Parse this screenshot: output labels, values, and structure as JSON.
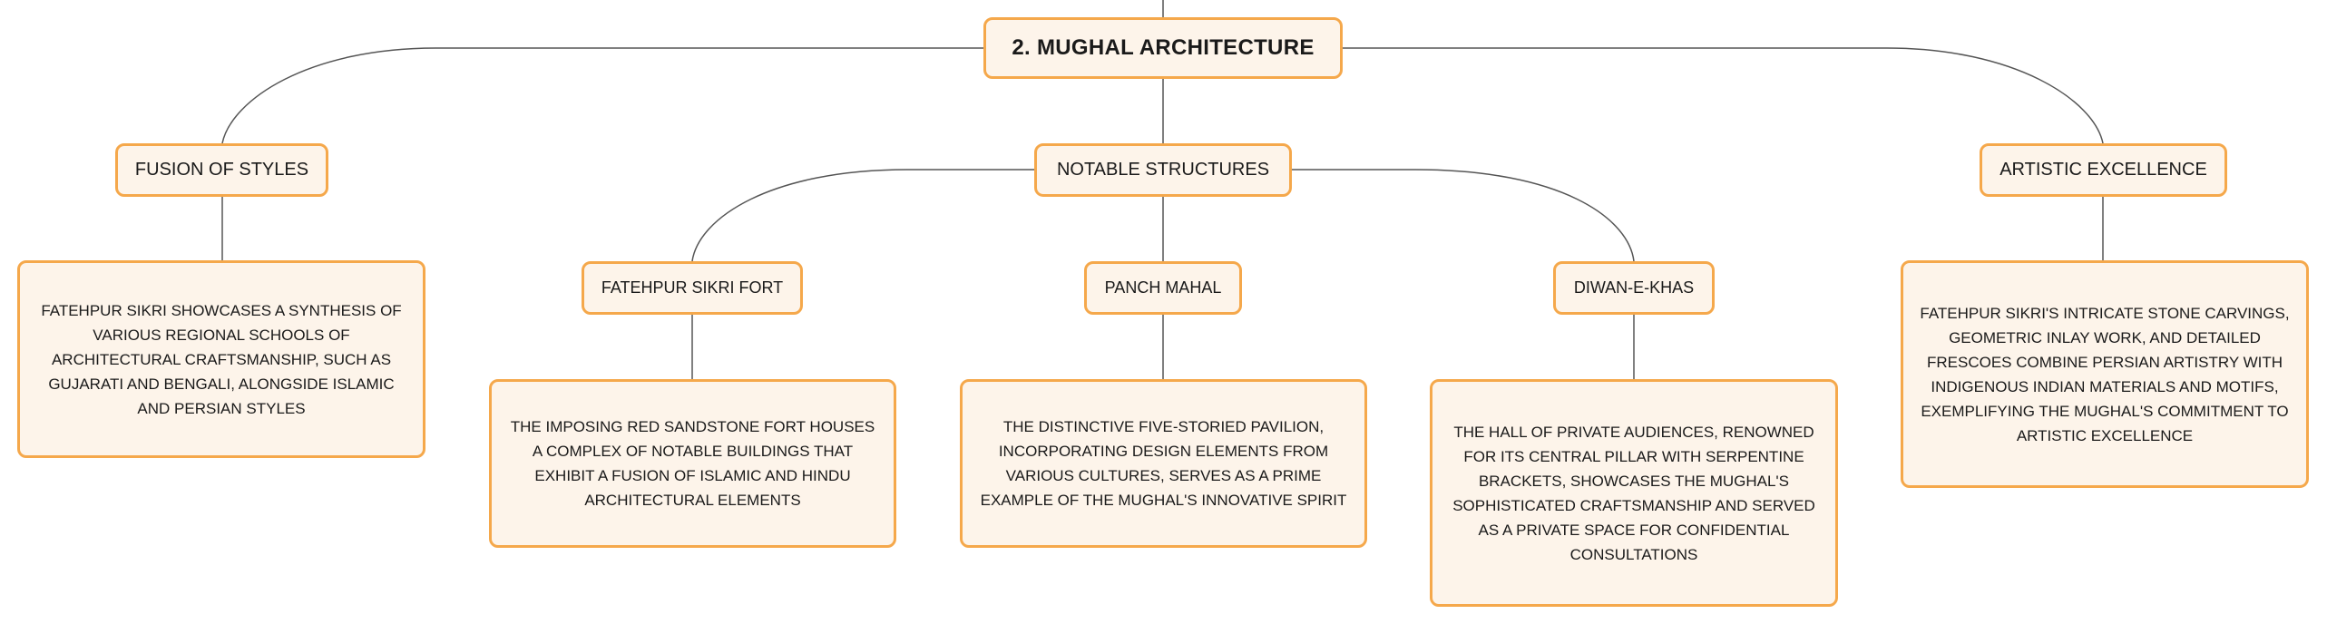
{
  "root": {
    "label": "2. MUGHAL ARCHITECTURE"
  },
  "branches": {
    "fusion": {
      "label": "FUSION OF STYLES",
      "detail": "FATEHPUR SIKRI SHOWCASES A SYNTHESIS OF VARIOUS REGIONAL SCHOOLS OF ARCHITECTURAL CRAFTSMANSHIP, SUCH AS GUJARATI AND BENGALI, ALONGSIDE ISLAMIC AND PERSIAN STYLES"
    },
    "notable": {
      "label": "NOTABLE STRUCTURES",
      "children": [
        {
          "label": "FATEHPUR SIKRI FORT",
          "detail": "THE IMPOSING RED SANDSTONE FORT HOUSES A COMPLEX OF NOTABLE BUILDINGS THAT EXHIBIT A FUSION OF ISLAMIC AND HINDU ARCHITECTURAL ELEMENTS"
        },
        {
          "label": "PANCH MAHAL",
          "detail": "THE DISTINCTIVE FIVE-STORIED PAVILION, INCORPORATING DESIGN ELEMENTS FROM VARIOUS CULTURES, SERVES AS A PRIME EXAMPLE OF THE MUGHAL'S INNOVATIVE SPIRIT"
        },
        {
          "label": "DIWAN-E-KHAS",
          "detail": "THE HALL OF PRIVATE AUDIENCES, RENOWNED FOR ITS CENTRAL PILLAR WITH SERPENTINE BRACKETS, SHOWCASES THE MUGHAL'S SOPHISTICATED CRAFTSMANSHIP AND SERVED AS A PRIVATE SPACE FOR CONFIDENTIAL CONSULTATIONS"
        }
      ]
    },
    "artistic": {
      "label": "ARTISTIC EXCELLENCE",
      "detail": "FATEHPUR SIKRI'S INTRICATE STONE CARVINGS, GEOMETRIC INLAY WORK, AND DETAILED FRESCOES COMBINE PERSIAN ARTISTRY WITH INDIGENOUS INDIAN MATERIALS AND MOTIFS, EXEMPLIFYING THE MUGHAL'S COMMITMENT TO ARTISTIC EXCELLENCE"
    }
  },
  "colors": {
    "node_fill": "#fdf4ea",
    "node_border": "#f5a84b",
    "connector": "#555555"
  }
}
